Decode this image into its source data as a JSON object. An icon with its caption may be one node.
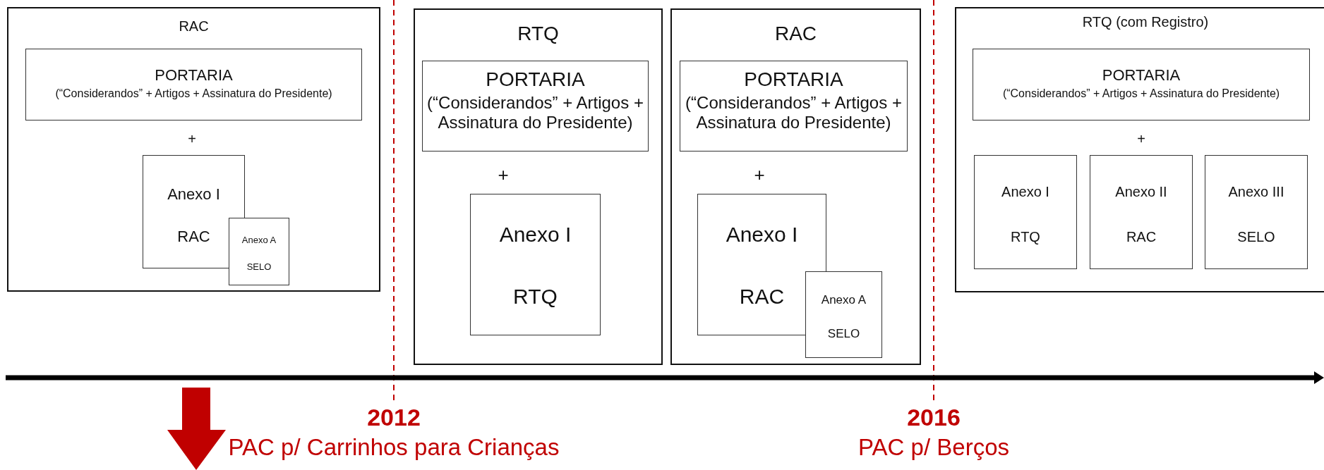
{
  "diagram": {
    "nodes": [
      {
        "text": [
          "RAC"
        ]
      },
      {
        "text": [
          "PORTARIA",
          "(“Considerandos” + Artigos + Assinatura do Presidente)"
        ],
        "in": 0
      },
      {
        "text": [
          "Anexo I",
          "RAC"
        ],
        "in": 0
      },
      {
        "text": [
          "Anexo A",
          "SELO"
        ],
        "in": 0
      },
      {
        "text": [
          "RTQ"
        ]
      },
      {
        "text": [
          "PORTARIA",
          "(“Considerandos” + Artigos + Assinatura do Presidente)"
        ],
        "in": 4
      },
      {
        "text": [
          "Anexo I",
          "RTQ"
        ],
        "in": 4
      },
      {
        "text": [
          "RAC"
        ]
      },
      {
        "text": [
          "PORTARIA",
          "(“Considerandos” + Artigos + Assinatura do Presidente)"
        ],
        "in": 7
      },
      {
        "text": [
          "Anexo I",
          "RAC"
        ],
        "in": 7
      },
      {
        "text": [
          "Anexo A",
          "SELO"
        ],
        "in": 7
      },
      {
        "text": [
          "RTQ (com Registro)"
        ]
      },
      {
        "text": [
          "PORTARIA",
          "(“Considerandos” + Artigos + Assinatura do Presidente)"
        ],
        "in": 11
      },
      {
        "text": [
          "Anexo I",
          "RTQ"
        ],
        "in": 11
      },
      {
        "text": [
          "Anexo II",
          "RAC"
        ],
        "in": 11
      },
      {
        "text": [
          "Anexo III",
          "SELO"
        ],
        "in": 11
      }
    ],
    "labels": [
      "+",
      "+",
      "+",
      "+",
      "2012",
      "PAC p/ Carrinhos para Crianças",
      "2016",
      "PAC p/ Berços"
    ]
  }
}
